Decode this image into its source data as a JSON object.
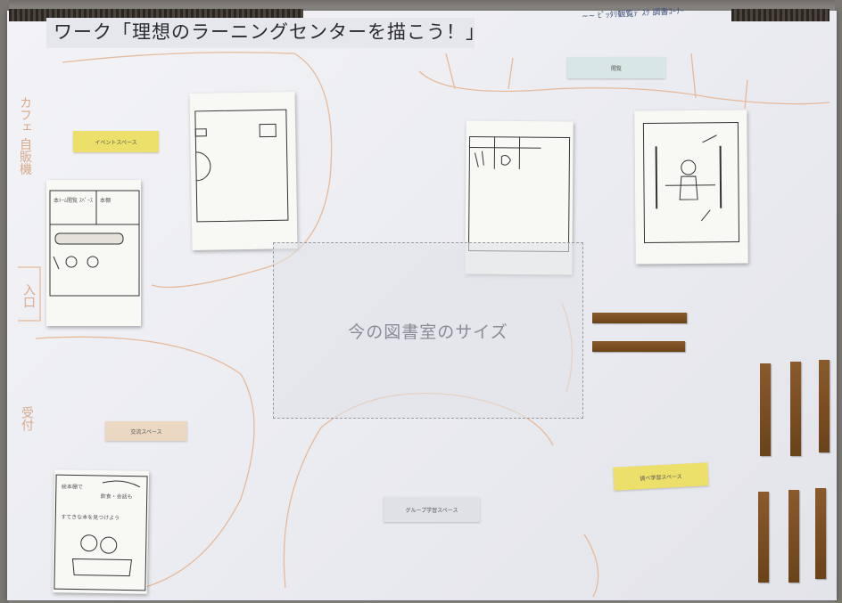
{
  "poster": {
    "title": "ワーク「理想のラーニングセンターを描こう！」",
    "handwritten_top_note": "~~ ﾋﾟｯﾀﾘ観覧ﾃﾞｽｸ 調書ｺｰﾅｰ",
    "center_label": "今の図書室のサイズ",
    "margin_notes": [
      "カフェ 自販機",
      "入口",
      "受付"
    ]
  },
  "labels": {
    "top": "閲覧",
    "event": "イベントスペース",
    "exchange": "交流スペース",
    "group": "グループ学習スペース",
    "research": "調べ学習スペース"
  },
  "cards": {
    "left_card_headings": [
      "本ﾄｰﾑ閲覧 ｽﾍﾟｰｽ",
      "本棚"
    ],
    "bottom_card_notes": [
      "絵本棚で",
      "すてきな本を見つけよう",
      "飲食・会話も"
    ]
  },
  "colors": {
    "poster": "#ecedf2",
    "yellow_label": "#ecdf6a",
    "blue_label": "#d8e6e6",
    "beige_label": "#ead8c2",
    "stick": "#7a4d22",
    "pencil_curve": "#e7b999"
  }
}
